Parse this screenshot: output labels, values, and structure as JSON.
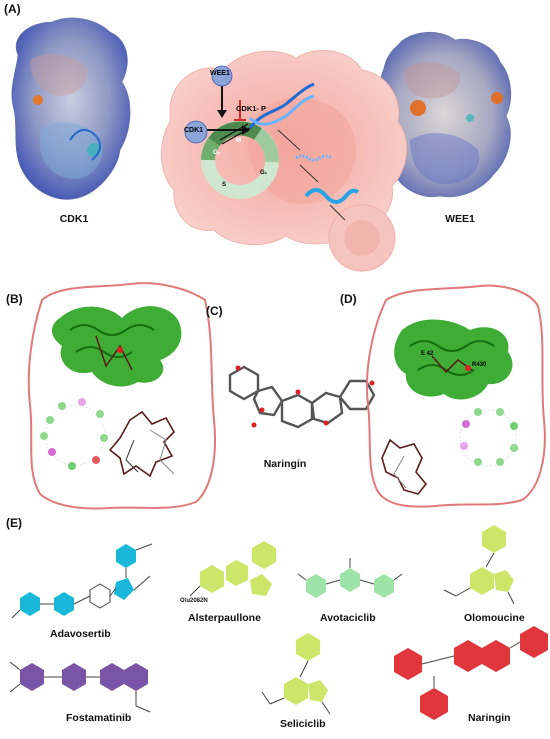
{
  "panels": {
    "A": {
      "letter": "(A)",
      "left_label": "CDK1",
      "right_label": "WEE1",
      "diagram": {
        "wee1": "WEE1",
        "cdk1": "CDK1",
        "cdk1_p": "CDK1- P",
        "phase_m": "M",
        "phase_g2": "G₂",
        "phase_s": "S",
        "phase_g1": "G₁"
      }
    },
    "B": {
      "letter": "(B)"
    },
    "C": {
      "letter": "(C)",
      "label": "Naringin"
    },
    "D": {
      "letter": "(D)",
      "res1": "E 42",
      "res2": "R430"
    },
    "E": {
      "letter": "(E)",
      "molecules": [
        "Adavosertib",
        "Alsterpaullone",
        "Avotaciclib",
        "Olomoucine",
        "Fostamatinib",
        "Seliciclib",
        "Naringin"
      ]
    }
  },
  "colors": {
    "cell": "#f9c9c4",
    "outline": "#e07a7a",
    "protein": "#2aa41f",
    "cyan": "#19b8d8",
    "lime": "#cde66a",
    "mint": "#9ee3a7",
    "purple": "#7a54a6",
    "red": "#e0363b"
  }
}
